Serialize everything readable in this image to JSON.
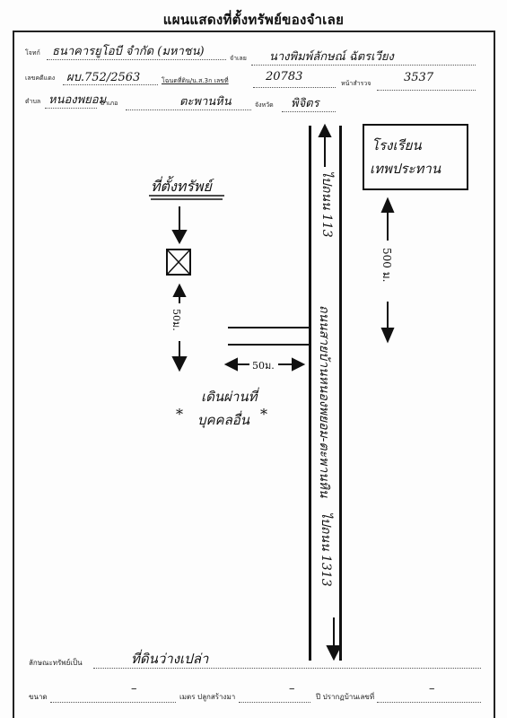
{
  "title": "แผนแสดงที่ตั้งทรัพย์ของจำเลย",
  "header": {
    "row1": {
      "label_owner": "โจทก์",
      "owner_value": "ธนาคารยูโอบี จำกัด (มหาชน)",
      "label_defendant": "จำเลย",
      "defendant_value": "นางพิมพ์ลักษณ์ ฉัตรเวียง"
    },
    "row2": {
      "label_case": "เลขคดีแดง",
      "case_value": "ผบ.752/2563",
      "label_deed": "โฉนดที่ดิน/น.ส.3ก เลขที่",
      "deed_value": "20783",
      "label_survey": "หน้าสำรวจ",
      "survey_value": "3537"
    },
    "row3": {
      "label_subdistrict": "ตำบล",
      "subdistrict_value": "หนองพยอม",
      "label_district": "อำเภอ",
      "district_value": "ตะพานหิน",
      "label_province": "จังหวัด",
      "province_value": "พิจิตร"
    }
  },
  "map": {
    "property_label": "ที่ตั้งทรัพย์",
    "school_label_line1": "โรงเรียน",
    "school_label_line2": "เทพประทาน",
    "road_upper_label": "ไปถนน 113",
    "distance_school": "500 ม.",
    "distance_property": "50ม.",
    "distance_side": "50ม.",
    "main_road_label": "ถนนสายบ้านหนองพยอม-ตะพานหิน",
    "road_lower_label": "ไปถนน 1313",
    "walkway_line1": "เดินผ่านที่",
    "walkway_line2": "บุคคลอื่น",
    "star_symbol": "*"
  },
  "footer": {
    "label_property_type": "ลักษณะทรัพย์เป็น",
    "property_type_value": "ที่ดินว่างเปล่า",
    "label_size": "ขนาด",
    "size_value": "–",
    "label_building": "เมตร ปลูกสร้างมา",
    "building_value": "–",
    "label_year": "ปี ปรากฏบ้านเลขที่",
    "house_no_value": "–"
  }
}
